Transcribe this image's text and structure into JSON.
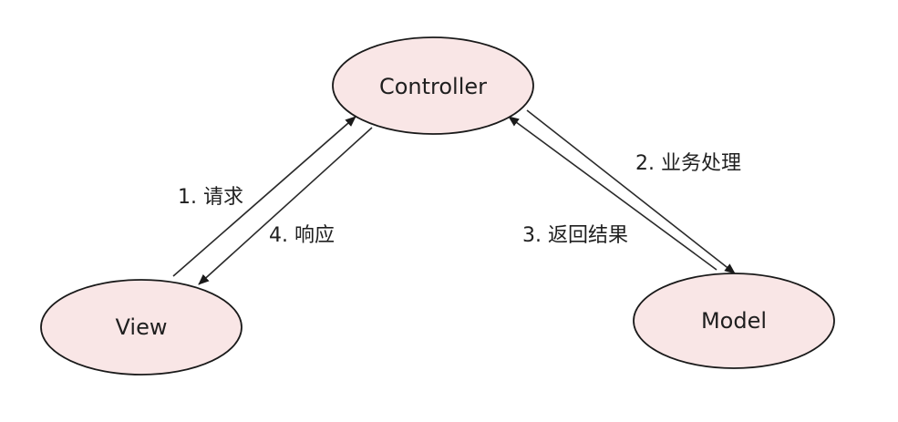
{
  "nodes": {
    "controller": "Controller",
    "view": "View",
    "model": "Model"
  },
  "edges": {
    "request": "1. 请求",
    "response": "4. 响应",
    "business": "2. 业务处理",
    "result": "3. 返回结果"
  },
  "colors": {
    "node_fill": "#f9e6e6",
    "stroke": "#1a1a1a"
  }
}
